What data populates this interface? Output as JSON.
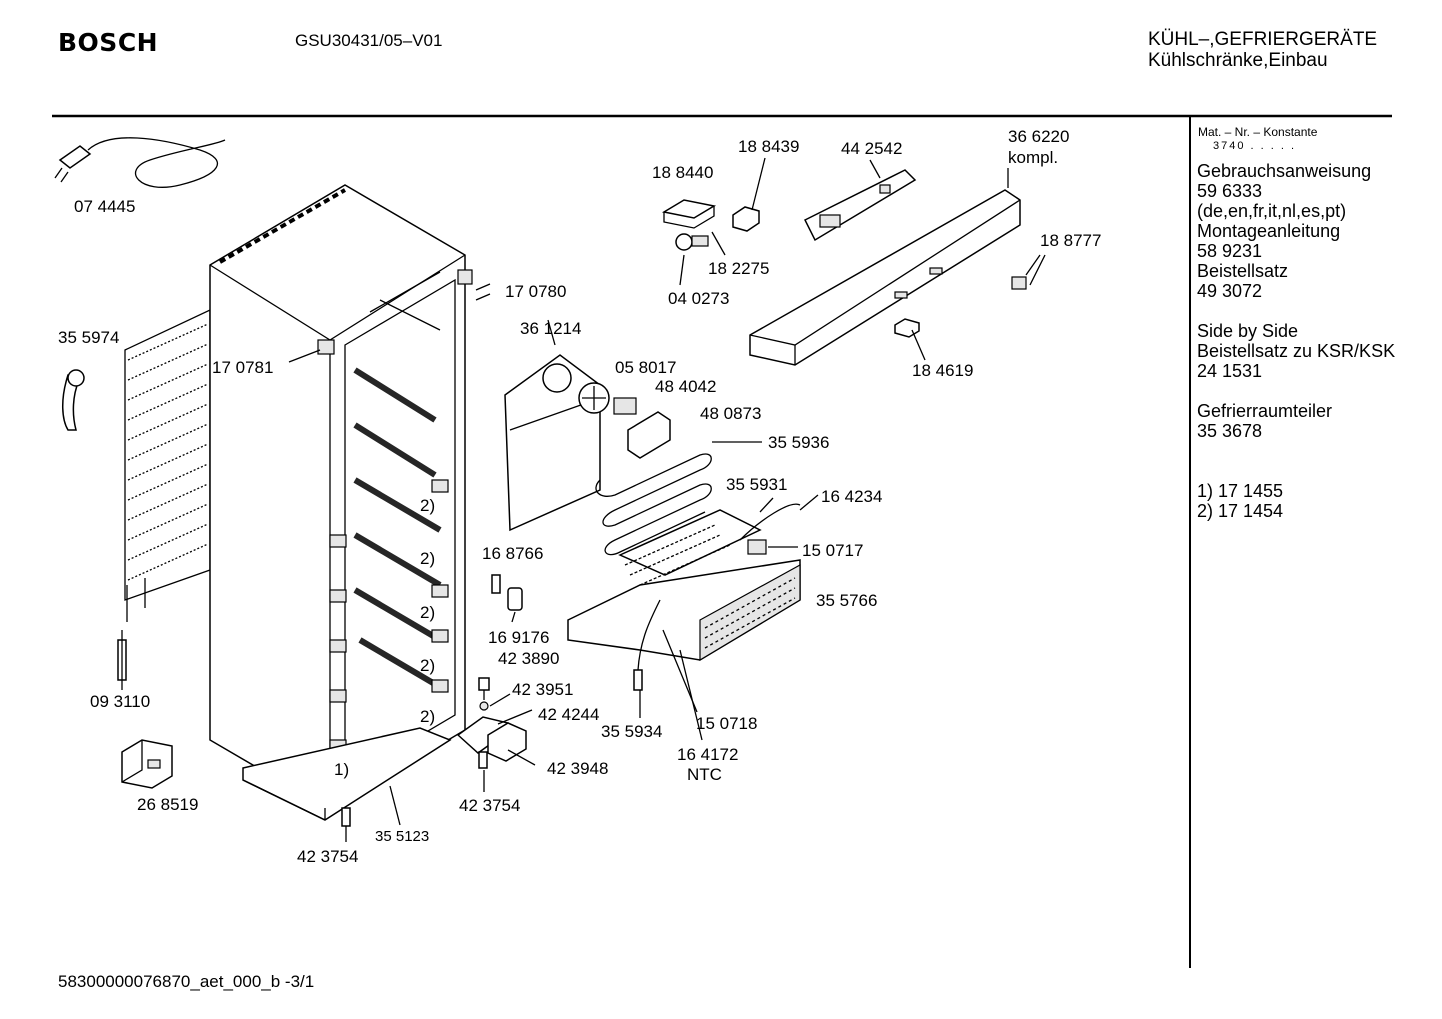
{
  "header": {
    "brand": "BOSCH",
    "model": "GSU30431/05–V01",
    "category_line1": "KÜHL–,GEFRIERGERÄTE",
    "category_line2": "Kühlschränke,Einbau"
  },
  "parts": {
    "p074445": "07 4445",
    "p355974": "35 5974",
    "p170781": "17 0781",
    "p170780": "17 0780",
    "p093110": "09 3110",
    "p268519": "26 8519",
    "p423754a": "42 3754",
    "p355123": "35 5123",
    "p188440": "18 8440",
    "p188439": "18 8439",
    "p442542": "44 2542",
    "p366220": "36 6220",
    "kompl": "kompl.",
    "p182275": "18 2275",
    "p040273": "04 0273",
    "p188777": "18 8777",
    "p184619": "18 4619",
    "p361214": "36 1214",
    "p058017": "05 8017",
    "p484042": "48 4042",
    "p480873": "48 0873",
    "p355936": "35 5936",
    "p355931": "35 5931",
    "p164234": "16 4234",
    "p150717": "15  0717",
    "p168766": "16 8766",
    "p169176": "16 9176",
    "p355766": "35 5766",
    "p423890": "42 3890",
    "p423951": "42 3951",
    "p424244": "42 4244",
    "p423948": "42 3948",
    "p423754b": "42 3754",
    "p355934": "35 5934",
    "p150718": "15  0718",
    "p164172": "16 4172",
    "ntc": "NTC",
    "note2": "2)",
    "note1": "1)"
  },
  "sidebar": {
    "mat_header": "Mat. – Nr. – Konstante",
    "mat_value": "3740  .  .  .  .  .",
    "items": [
      "Gebrauchsanweisung",
      "59 6333",
      "(de,en,fr,it,nl,es,pt)",
      "Montageanleitung",
      "58 9231",
      "Beistellsatz",
      "49 3072",
      "",
      "Side by Side",
      "Beistellsatz zu KSR/KSK",
      "24 1531",
      "",
      "Gefrierraumteiler",
      "35 3678",
      "",
      "",
      "1) 17 1455",
      "2) 17 1454"
    ]
  },
  "footer": {
    "doc_id": "58300000076870_aet_000_b  -3/1"
  }
}
